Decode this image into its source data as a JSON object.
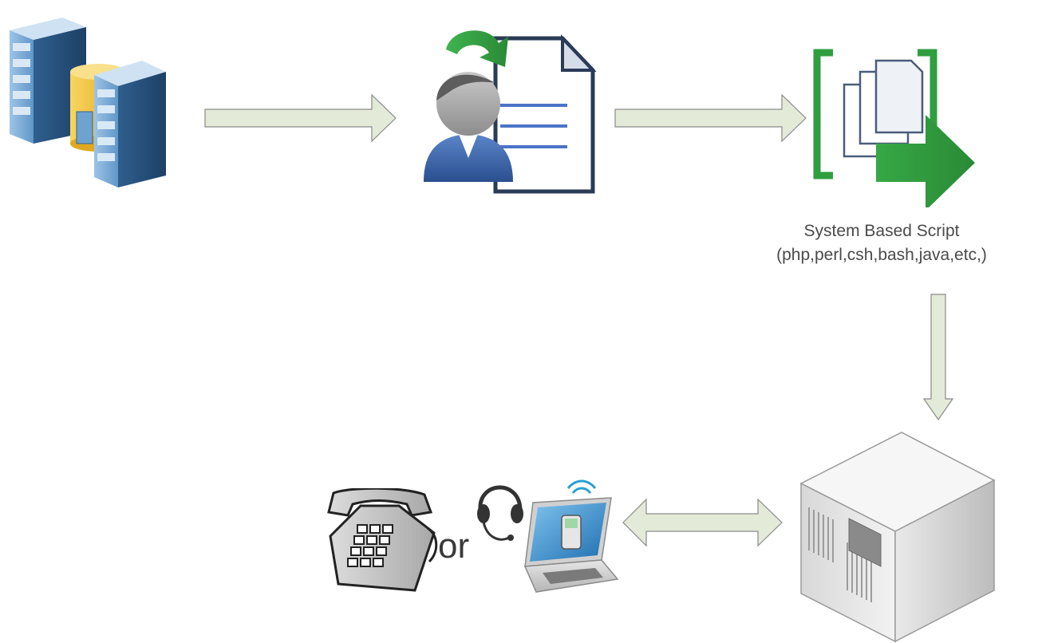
{
  "nodes": {
    "database_servers": {
      "icon": "database-server-icon"
    },
    "user_document": {
      "icon": "user-document-icon"
    },
    "script": {
      "icon": "script-copy-icon",
      "caption_line1": "System Based Script",
      "caption_line2": "(php,perl,csh,bash,java,etc,)"
    },
    "telephony_server": {
      "icon": "server-tower-icon"
    },
    "endpoints": {
      "phone_icon": "desk-phone-icon",
      "softphone_icon": "laptop-headset-icon",
      "or_label": "or"
    }
  },
  "colors": {
    "arrow_fill": "#e4ead8",
    "arrow_stroke": "#8a8a8a",
    "accent_green": "#2f9e3f",
    "server_blue": "#4a86b8",
    "db_yellow": "#f1c232"
  }
}
